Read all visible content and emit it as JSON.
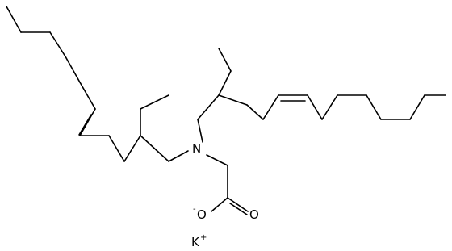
{
  "molecule": {
    "atoms": {
      "nitrogen": "N",
      "oxygen_double": "O",
      "oxygen_single": "O",
      "oxygen_charge": "-",
      "counterion": "K",
      "counterion_charge": "+"
    }
  }
}
